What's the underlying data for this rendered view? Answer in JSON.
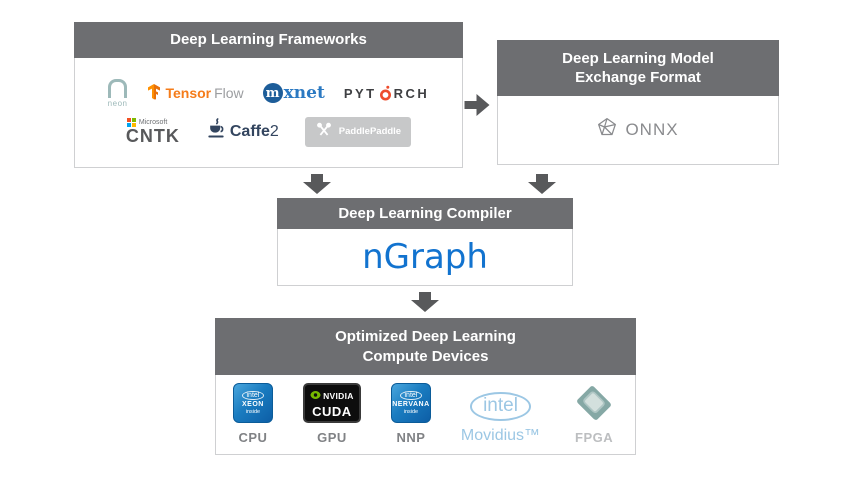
{
  "colors": {
    "header_bg": "#6d6e71",
    "arrow_gray": "#58595b",
    "ngraph_blue": "#1273cf",
    "intel_badge_blue": "#1a7cc0",
    "nvidia_green": "#76b900",
    "tensorflow_orange": "#f57c1a",
    "pytorch_orange": "#ee4c2c",
    "mxnet_blue": "#2b79c2",
    "movidius_blue": "#9cc7e4",
    "caffe_navy": "#33455f",
    "onnx_gray": "#8a8b8e"
  },
  "frameworks": {
    "title": "Deep Learning Frameworks",
    "neon": {
      "label": "neon"
    },
    "tensorflow": {
      "part1": "Tensor",
      "part2": "Flow"
    },
    "mxnet": {
      "initial": "m",
      "rest": "xnet"
    },
    "pytorch": {
      "left": "PYT",
      "right": "RCH"
    },
    "cntk": {
      "company": "Microsoft",
      "label": "CNTK"
    },
    "caffe2": {
      "label": "Caffe",
      "suffix": "2"
    },
    "paddlepaddle": {
      "label": "PaddlePaddle"
    }
  },
  "exchange": {
    "title_line1": "Deep Learning Model",
    "title_line2": "Exchange Format",
    "onnx_label": "ONNX"
  },
  "compiler": {
    "title": "Deep Learning Compiler",
    "product": "nGraph"
  },
  "devices": {
    "title_line1": "Optimized Deep Learning",
    "title_line2": "Compute Devices",
    "cpu": {
      "brand": "intel",
      "product": "XEON",
      "tagline": "inside",
      "label": "CPU"
    },
    "gpu": {
      "brand": "NVIDIA",
      "product": "CUDA",
      "label": "GPU"
    },
    "nnp": {
      "brand": "intel",
      "product": "NERVANA",
      "tagline": "inside",
      "label": "NNP"
    },
    "movidius": {
      "brand": "intel",
      "label": "Movidius™"
    },
    "fpga": {
      "label": "FPGA"
    }
  }
}
